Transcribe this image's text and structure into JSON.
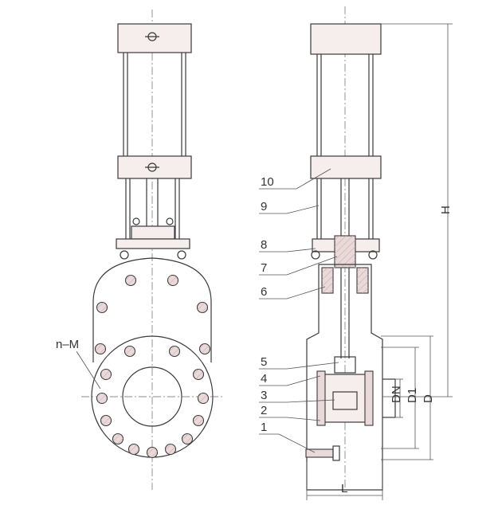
{
  "part_labels": [
    "10",
    "9",
    "8",
    "7",
    "6",
    "5",
    "4",
    "3",
    "2",
    "1"
  ],
  "dimension_labels": {
    "height": "H",
    "nominal_diameter": "DN",
    "bolt_circle": "D1",
    "flange_diameter": "D",
    "length": "L",
    "bolt_holes": "n–M"
  }
}
